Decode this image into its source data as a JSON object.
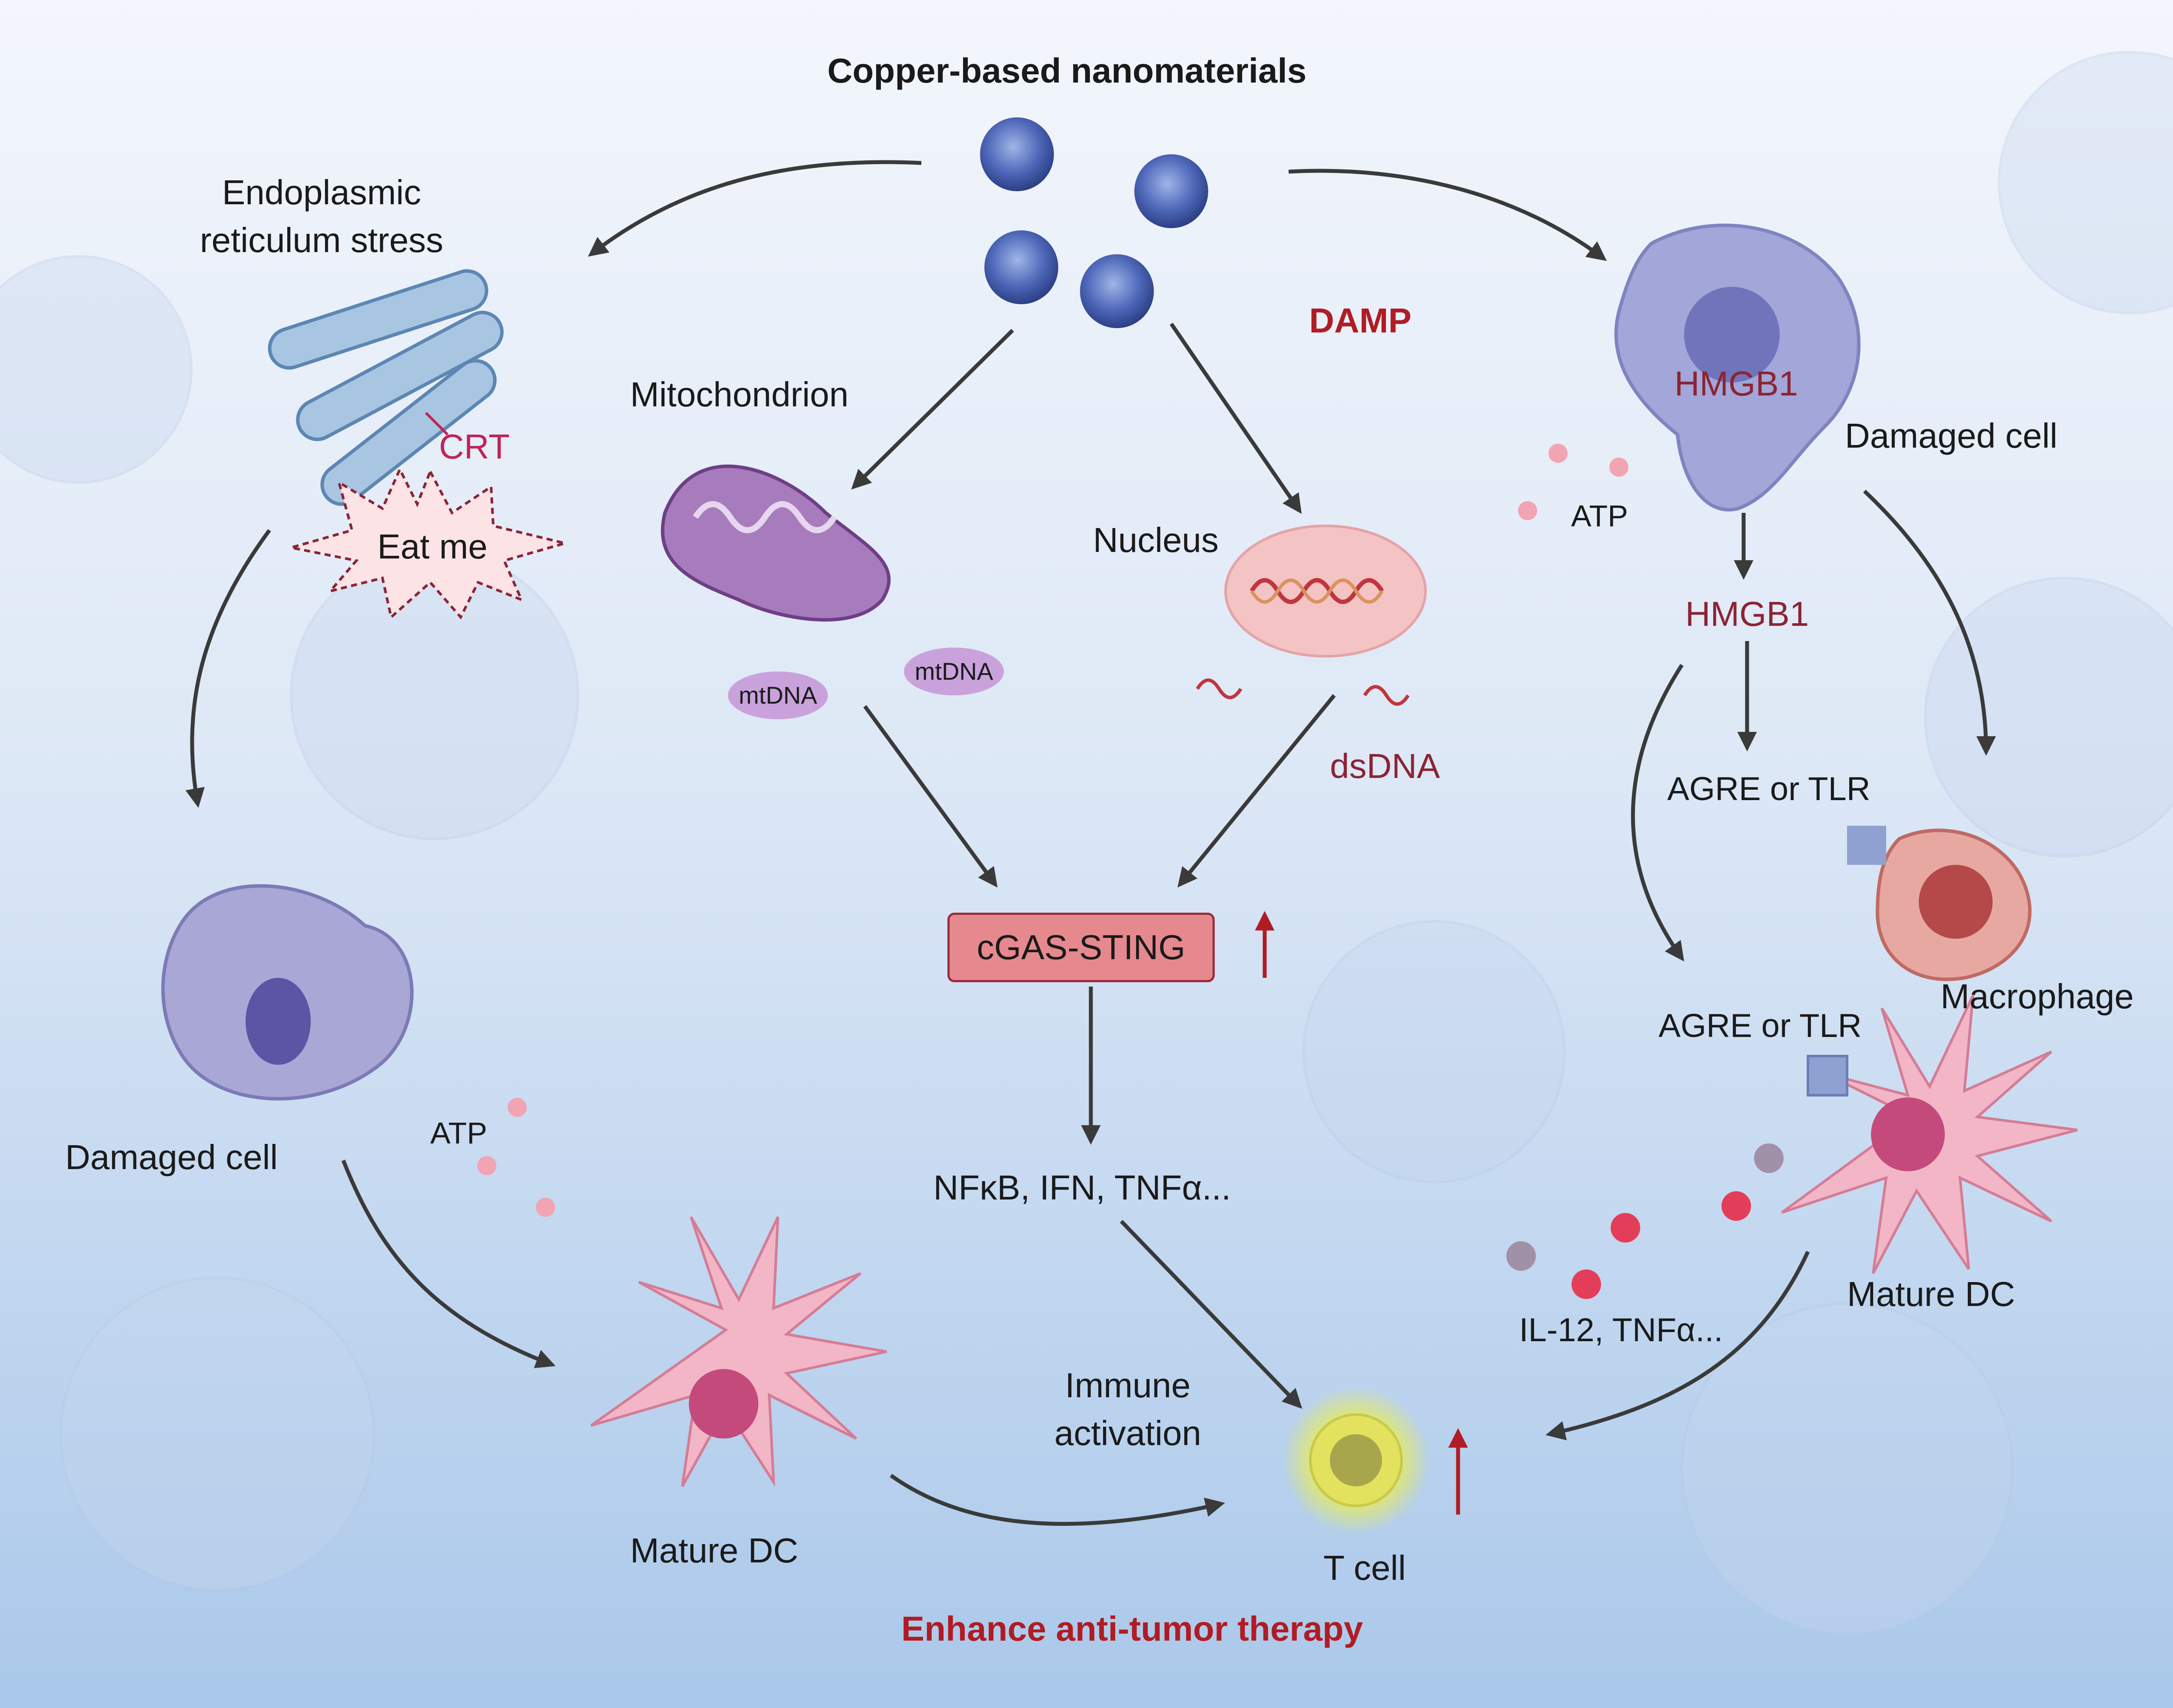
{
  "title": "Copper-based nanomaterials",
  "damp_label": "DAMP",
  "footer": "Enhance anti-tumor therapy",
  "left": {
    "er_stress": [
      "Endoplasmic",
      "reticulum stress"
    ],
    "crt": "CRT",
    "eat_me": "Eat me",
    "damaged_cell": "Damaged cell",
    "atp": "ATP",
    "mature_dc": "Mature DC"
  },
  "center": {
    "mitochondrion": "Mitochondrion",
    "nucleus": "Nucleus",
    "mtdna_1": "mtDNA",
    "mtdna_2": "mtDNA",
    "dsdna": "dsDNA",
    "cgas_sting": "cGAS-STING",
    "cytokines": "NFκB, IFN, TNFα...",
    "immune_activation": [
      "Immune",
      "activation"
    ],
    "t_cell": "T cell"
  },
  "right": {
    "hmgb1_in_cell": "HMGB1",
    "damaged_cell": "Damaged cell",
    "atp": "ATP",
    "hmgb1": "HMGB1",
    "receptor_1": "AGRE or TLR",
    "macrophage": "Macrophage",
    "receptor_2": "AGRE or TLR",
    "mature_dc": "Mature DC",
    "cytokines": "IL-12, TNFα..."
  },
  "colors": {
    "accent_red": "#b01c24",
    "hmgb1_text": "#8b2434",
    "crt_text": "#c02456",
    "cgas_fill": "#e5898e",
    "arrow": "#3a3a3a"
  }
}
